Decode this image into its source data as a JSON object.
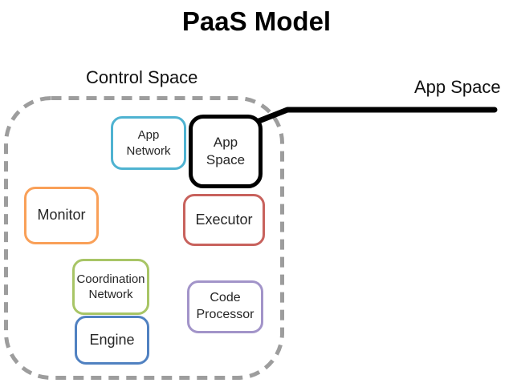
{
  "title": "PaaS Model",
  "zones": {
    "control_space_label": "Control Space",
    "app_space_label": "App Space"
  },
  "colors": {
    "control_space_dashed_border": "#9d9d9d",
    "connector_line": "#000000",
    "node_text": "#262626"
  },
  "nodes": [
    {
      "id": "app-network",
      "label": "App Network",
      "border_color": "#4fb3d1"
    },
    {
      "id": "app-space",
      "label": "App Space",
      "border_color": "#000000"
    },
    {
      "id": "monitor",
      "label": "Monitor",
      "border_color": "#f9a058"
    },
    {
      "id": "executor",
      "label": "Executor",
      "border_color": "#c8625d"
    },
    {
      "id": "coordination-network",
      "label": "Coordination Network",
      "border_color": "#a8c566"
    },
    {
      "id": "engine",
      "label": "Engine",
      "border_color": "#5081c1"
    },
    {
      "id": "code-processor",
      "label": "Code Processor",
      "border_color": "#a294c9"
    }
  ]
}
